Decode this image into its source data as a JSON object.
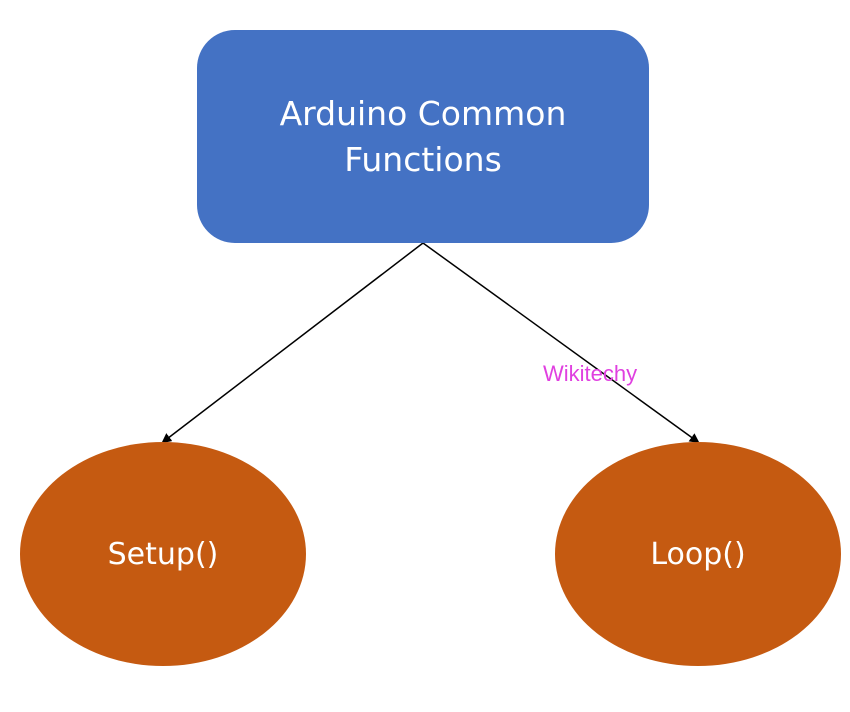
{
  "nodes": {
    "root": {
      "label": "Arduino Common\nFunctions",
      "color": "#4472c4"
    },
    "setup": {
      "label": "Setup()",
      "color": "#c55a11"
    },
    "loop": {
      "label": "Loop()",
      "color": "#c55a11"
    }
  },
  "edges": [
    {
      "from": "root",
      "to": "setup"
    },
    {
      "from": "root",
      "to": "loop"
    }
  ],
  "watermark": {
    "text": "Wikitechy",
    "color": "#e040e0"
  }
}
